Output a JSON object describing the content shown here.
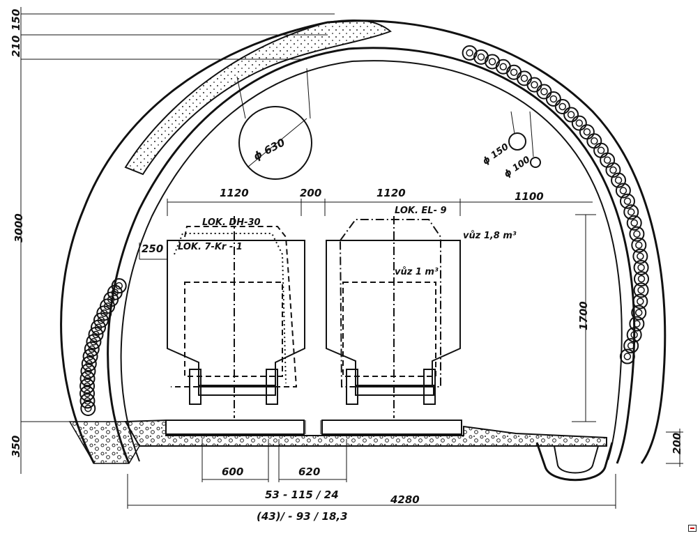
{
  "labels": {
    "pipe_large": "ϕ 630",
    "pipe_150": "ϕ 150",
    "pipe_100": "ϕ 100",
    "top_1": "150",
    "top_2": "210",
    "left_height": "3000",
    "bottom_left": "350",
    "bottom_right": "200",
    "span_1": "1120",
    "span_2": "200",
    "span_3": "1120",
    "span_4": "1100",
    "offset_250": "250",
    "loco_dh": "LOK.  DH-30",
    "loco_kr": "LOK. 7-Kr - 1",
    "loco_el": "LOK. EL- 9",
    "car_vol_large": "vůz 1,8 m³",
    "car_vol_small": "vůz 1 m³",
    "height_1700": "1700",
    "track_600": "600",
    "track_620": "620",
    "rail_spec_1": "53 - 115 / 24",
    "total_width": "4280",
    "rail_spec_2": "(43)/ - 93 / 18,3"
  },
  "colors": {
    "ink": "#111111",
    "paper": "#ffffff"
  }
}
